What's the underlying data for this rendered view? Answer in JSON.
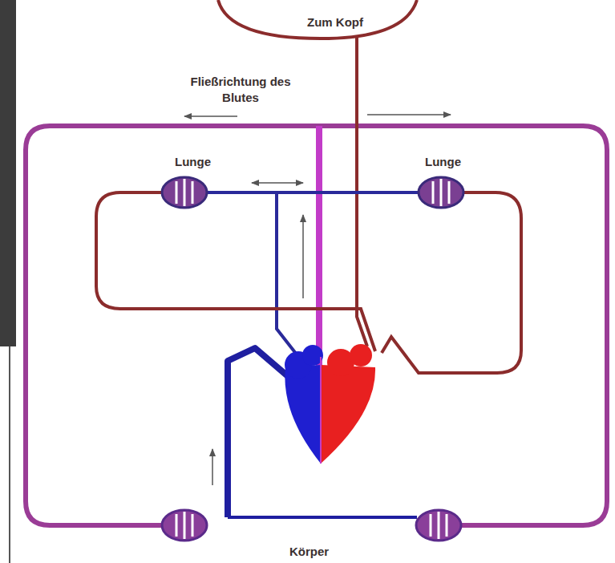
{
  "diagram": {
    "labels": [
      "Zum Kopf",
      "Fließrichtung des Blutes",
      "Lunge",
      "Lunge",
      "Körper"
    ]
  }
}
